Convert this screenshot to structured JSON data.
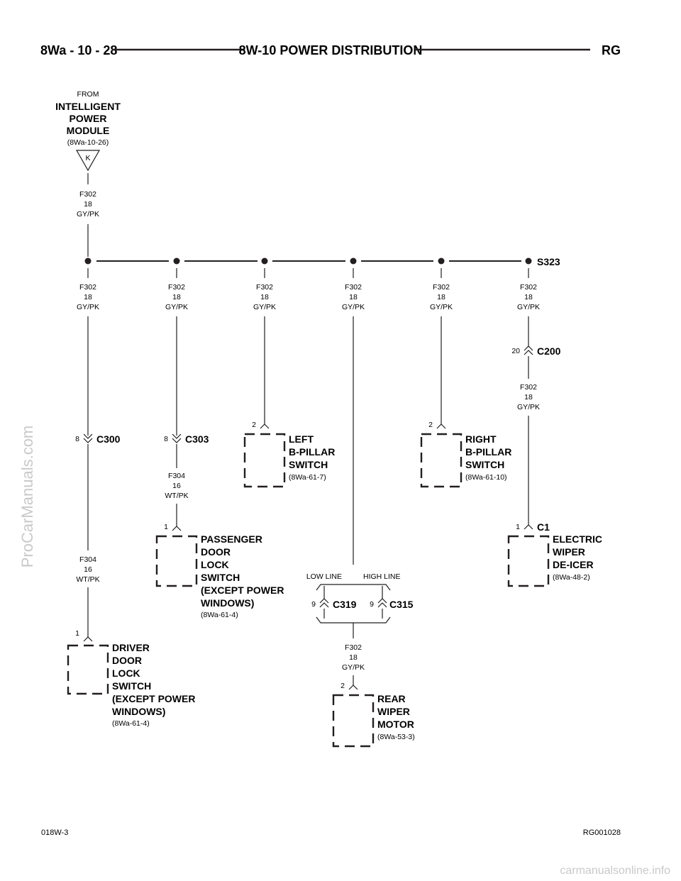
{
  "header": {
    "left": "8Wa - 10 - 28",
    "title": "8W-10 POWER DISTRIBUTION",
    "right": "RG"
  },
  "source": {
    "from": "FROM",
    "line1": "INTELLIGENT",
    "line2": "POWER",
    "line3": "MODULE",
    "ref": "(8Wa-10-26)",
    "connector": "K"
  },
  "wires": {
    "f302": {
      "circuit": "F302",
      "gauge": "18",
      "color": "GY/PK"
    },
    "f304": {
      "circuit": "F304",
      "gauge": "16",
      "color": "WT/PK"
    }
  },
  "splice": {
    "name": "S323"
  },
  "connectors": {
    "c300": {
      "name": "C300",
      "pin": "8"
    },
    "c303": {
      "name": "C303",
      "pin": "8"
    },
    "c200": {
      "name": "C200",
      "pin": "20"
    },
    "c1": {
      "name": "C1",
      "pin": "1"
    },
    "c319": {
      "name": "C319",
      "pin": "9"
    },
    "c315": {
      "name": "C315",
      "pin": "9"
    },
    "left_bpillar_pin": "2",
    "right_bpillar_pin": "2",
    "passenger_pin": "1",
    "driver_pin": "1",
    "rear_wiper_pin": "2"
  },
  "lines": {
    "low": "LOW LINE",
    "high": "HIGH LINE"
  },
  "components": {
    "left_bpillar": {
      "l1": "LEFT",
      "l2": "B-PILLAR",
      "l3": "SWITCH",
      "ref": "(8Wa-61-7)"
    },
    "right_bpillar": {
      "l1": "RIGHT",
      "l2": "B-PILLAR",
      "l3": "SWITCH",
      "ref": "(8Wa-61-10)"
    },
    "passenger_lock": {
      "l1": "PASSENGER",
      "l2": "DOOR",
      "l3": "LOCK",
      "l4": "SWITCH",
      "l5": "(EXCEPT POWER",
      "l6": "WINDOWS)",
      "ref": "(8Wa-61-4)"
    },
    "driver_lock": {
      "l1": "DRIVER",
      "l2": "DOOR",
      "l3": "LOCK",
      "l4": "SWITCH",
      "l5": "(EXCEPT POWER",
      "l6": "WINDOWS)",
      "ref": "(8Wa-61-4)"
    },
    "wiper_deicer": {
      "l1": "ELECTRIC",
      "l2": "WIPER",
      "l3": "DE-ICER",
      "ref": "(8Wa-48-2)"
    },
    "rear_wiper": {
      "l1": "REAR",
      "l2": "WIPER",
      "l3": "MOTOR",
      "ref": "(8Wa-53-3)"
    }
  },
  "footer": {
    "left": "018W-3",
    "right": "RG001028"
  },
  "watermark": {
    "side": "ProCarManuals.com",
    "bottom": "carmanualsonline.info"
  }
}
